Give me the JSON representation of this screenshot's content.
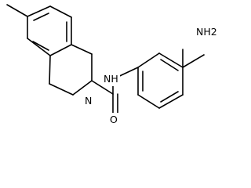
{
  "molecule": {
    "atoms": {
      "amine": "NH2",
      "amide_nh": "NH",
      "ring_n": "N",
      "carbonyl_o": "O"
    }
  }
}
